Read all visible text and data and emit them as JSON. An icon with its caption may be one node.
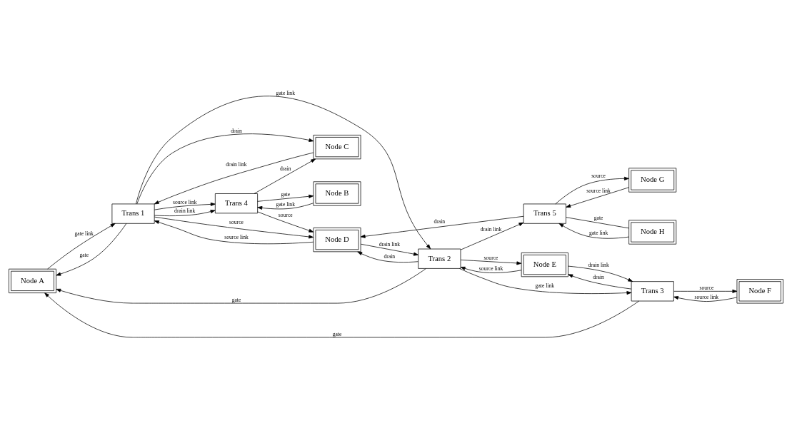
{
  "diagram": {
    "nodes": [
      {
        "text": [
          "Node A"
        ]
      },
      {
        "text": [
          "Trans 1"
        ]
      },
      {
        "text": [
          "Node C"
        ]
      },
      {
        "text": [
          "Trans 4"
        ]
      },
      {
        "text": [
          "Node B"
        ]
      },
      {
        "text": [
          "Trans 2"
        ]
      },
      {
        "text": [
          "Node D"
        ]
      },
      {
        "text": [
          "Trans 5"
        ]
      },
      {
        "text": [
          "Node G"
        ]
      },
      {
        "text": [
          "Trans 3"
        ]
      },
      {
        "text": [
          "Node E"
        ]
      },
      {
        "text": [
          "Node H"
        ]
      },
      {
        "text": [
          "Node F"
        ]
      }
    ],
    "edges": [
      {
        "from": 0,
        "to": 1,
        "arrow": "to",
        "label": "gate link"
      },
      {
        "from": 1,
        "to": 0,
        "arrow": "to",
        "label": "gate"
      },
      {
        "from": 1,
        "to": 2,
        "arrow": "to",
        "label": "drain"
      },
      {
        "from": 2,
        "to": 1,
        "arrow": "to",
        "label": "drain link"
      },
      {
        "from": 1,
        "to": 3,
        "arrow": "to",
        "label": "source link"
      },
      {
        "from": 1,
        "to": 3,
        "arrow": "to",
        "label": "drain link"
      },
      {
        "from": 3,
        "to": 2,
        "arrow": "to",
        "label": "drain"
      },
      {
        "from": 3,
        "to": 4,
        "arrow": "to",
        "label": "gate"
      },
      {
        "from": 4,
        "to": 3,
        "arrow": "to",
        "label": "gate link"
      },
      {
        "from": 3,
        "to": 6,
        "arrow": "to",
        "label": "source"
      },
      {
        "from": 1,
        "to": 6,
        "arrow": "to",
        "label": "source"
      },
      {
        "from": 6,
        "to": 1,
        "arrow": "to",
        "label": "source link"
      },
      {
        "from": 1,
        "to": 5,
        "arrow": "to",
        "label": "gate link"
      },
      {
        "from": 5,
        "to": 0,
        "arrow": "to",
        "label": "gate"
      },
      {
        "from": 5,
        "to": 6,
        "arrow": "to",
        "label": "drain"
      },
      {
        "from": 6,
        "to": 5,
        "arrow": "to",
        "label": "drain link"
      },
      {
        "from": 7,
        "to": 6,
        "arrow": "to",
        "label": "drain"
      },
      {
        "from": 5,
        "to": 7,
        "arrow": "to",
        "label": "drain link"
      },
      {
        "from": 5,
        "to": 9,
        "arrow": "to",
        "label": "gate link"
      },
      {
        "from": 5,
        "to": 10,
        "arrow": "to",
        "label": "source"
      },
      {
        "from": 10,
        "to": 5,
        "arrow": "to",
        "label": "source link"
      },
      {
        "from": 9,
        "to": 0,
        "arrow": "to",
        "label": "gate"
      },
      {
        "from": 9,
        "to": 10,
        "arrow": "to",
        "label": "drain"
      },
      {
        "from": 10,
        "to": 9,
        "arrow": "to",
        "label": "drain link"
      },
      {
        "from": 9,
        "to": 12,
        "arrow": "to",
        "label": "source"
      },
      {
        "from": 12,
        "to": 9,
        "arrow": "to",
        "label": "source link"
      },
      {
        "from": 7,
        "to": 8,
        "arrow": "to",
        "label": "source"
      },
      {
        "from": 8,
        "to": 7,
        "arrow": "to",
        "label": "source link"
      },
      {
        "from": 11,
        "to": 7,
        "arrow": "to",
        "label": "gate link"
      },
      {
        "from": 7,
        "to": 11,
        "arrow": "none",
        "label": "gate"
      }
    ]
  }
}
